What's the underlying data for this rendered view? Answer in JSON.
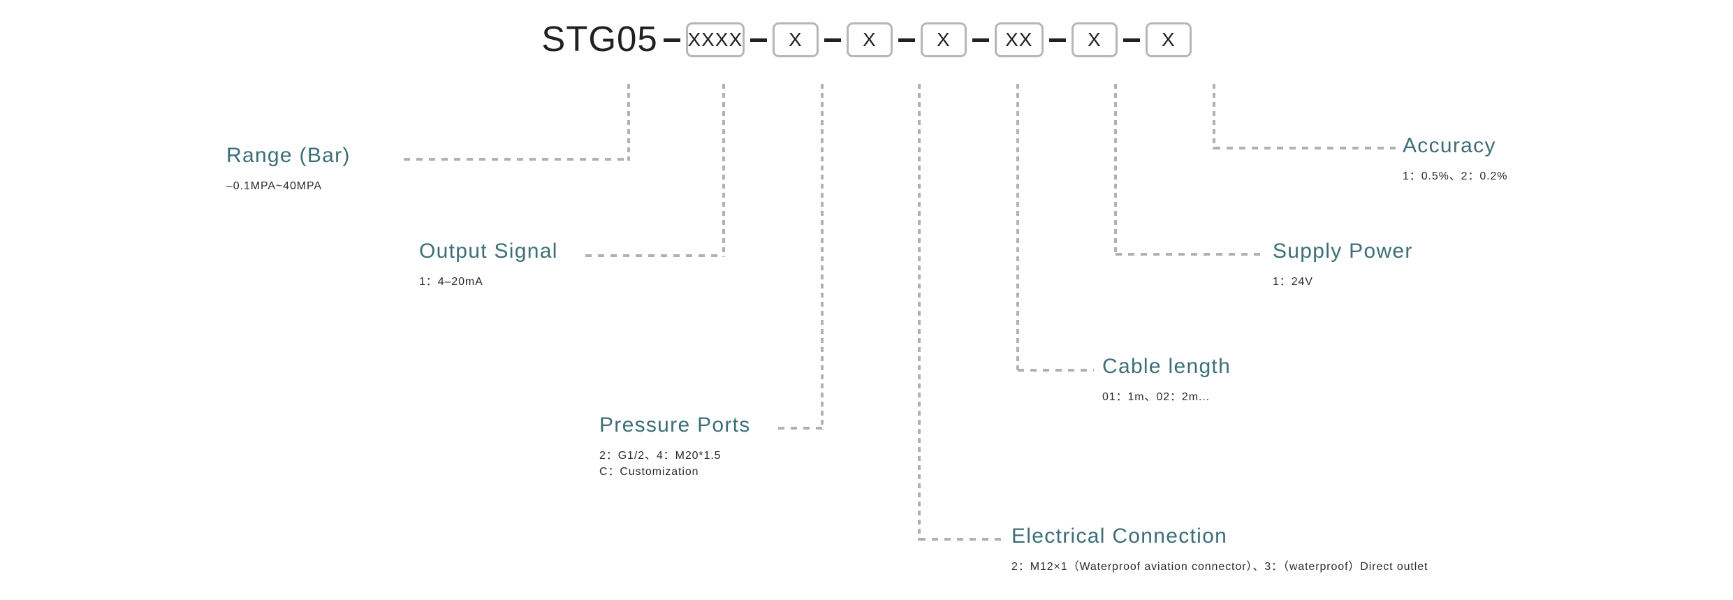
{
  "diagram": {
    "type": "product-model-code-breakdown",
    "accent_color": "#3d6e78",
    "line_color": "#b3b0ad",
    "box_border_color": "#b9b5b2",
    "text_color": "#231f20"
  },
  "code": {
    "prefix": "STG05",
    "separator": "–",
    "slots": [
      {
        "value": "XXXX",
        "width": "w4"
      },
      {
        "value": "X",
        "width": "w1"
      },
      {
        "value": "X",
        "width": "w1"
      },
      {
        "value": "X",
        "width": "w1"
      },
      {
        "value": "XX",
        "width": "w2"
      },
      {
        "value": "X",
        "width": "w1"
      },
      {
        "value": "X",
        "width": "w1"
      }
    ]
  },
  "legend": [
    {
      "key": "range",
      "title": "Range (Bar)",
      "sub_lines": [
        "–0.1MPA~40MPA"
      ],
      "slot_index": 0,
      "side": "left"
    },
    {
      "key": "output-signal",
      "title": "Output Signal",
      "sub_lines": [
        "1：4–20mA"
      ],
      "slot_index": 1,
      "side": "left"
    },
    {
      "key": "pressure-ports",
      "title": "Pressure Ports",
      "sub_lines": [
        "2：G1/2、4：M20*1.5",
        "C：Customization"
      ],
      "slot_index": 2,
      "side": "left"
    },
    {
      "key": "electrical-connection",
      "title": "Electrical Connection",
      "sub_lines": [
        "2：M12×1（Waterproof aviation connector）、3：（waterproof）Direct outlet"
      ],
      "slot_index": 3,
      "side": "right"
    },
    {
      "key": "cable-length",
      "title": "Cable length",
      "sub_lines": [
        "01：1m、02：2m..."
      ],
      "slot_index": 4,
      "side": "right"
    },
    {
      "key": "supply-power",
      "title": "Supply Power",
      "sub_lines": [
        "1：24V"
      ],
      "slot_index": 5,
      "side": "right"
    },
    {
      "key": "accuracy",
      "title": "Accuracy",
      "sub_lines": [
        "1：0.5%、2：0.2%"
      ],
      "slot_index": 6,
      "side": "right"
    }
  ]
}
